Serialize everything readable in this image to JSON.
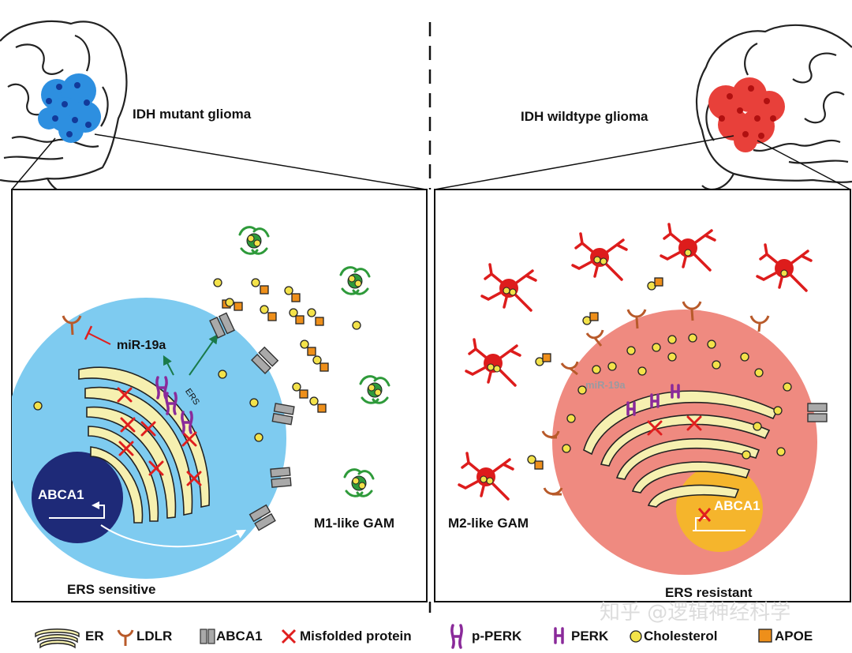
{
  "left": {
    "title": "IDH mutant glioma",
    "mirna": "miR-19a",
    "ers": "ERS",
    "abca1": "ABCA1",
    "gam_label": "M1-like GAM",
    "status": "ERS sensitive",
    "colors": {
      "tumor": "#2d8fe0",
      "cell": "#7ecbf0",
      "nucleus": "#1e2a78",
      "gam": "#2e9a3a"
    }
  },
  "right": {
    "title": "IDH wildtype glioma",
    "mirna": "miR-19a",
    "abca1": "ABCA1",
    "gam_label": "M2-like GAM",
    "status": "ERS resistant",
    "colors": {
      "tumor": "#e8403a",
      "cell": "#ef8a80",
      "nucleus": "#f5b52c",
      "gam": "#dd1c1c"
    }
  },
  "legend": {
    "er": "ER",
    "ldlr": "LDLR",
    "abca1": "ABCA1",
    "misfolded": "Misfolded protein",
    "pperk": "p-PERK",
    "perk": "PERK",
    "cholesterol": "Cholesterol",
    "apoe": "APOE"
  },
  "watermark": "知乎 @逻辑神经科学",
  "colors": {
    "er": "#f6f0b0",
    "ldlr": "#b85a2a",
    "abca1": "#a9a9a9",
    "misfolded": "#e01e1e",
    "perk": "#8a2a9a",
    "cholesterol": "#f3e24a",
    "apoe": "#ee8f1a"
  }
}
